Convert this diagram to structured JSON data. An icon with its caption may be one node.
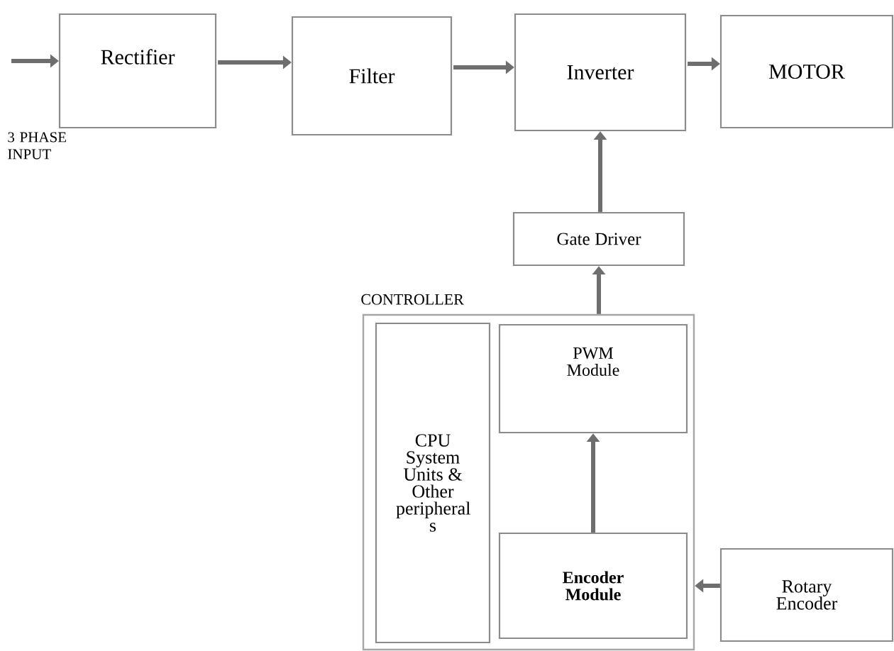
{
  "diagram": {
    "nodes": [
      {
        "text": [
          "Rectifier"
        ]
      },
      {
        "text": [
          "Filter"
        ]
      },
      {
        "text": [
          "Inverter"
        ]
      },
      {
        "text": [
          "MOTOR"
        ]
      },
      {
        "text": [
          "Gate Driver"
        ]
      },
      {
        "text": [
          "CONTROLLER"
        ]
      },
      {
        "text": [
          "CPU System Units & Other peripheral s"
        ],
        "in": 5
      },
      {
        "text": [
          "PWM Module"
        ],
        "in": 5
      },
      {
        "text": [
          "Encoder Module"
        ],
        "in": 5
      },
      {
        "text": [
          "Rotary Encoder"
        ]
      }
    ],
    "edges": [
      {
        "from": null,
        "to": 0,
        "arrow": "to"
      },
      {
        "from": 0,
        "to": 1,
        "arrow": "to"
      },
      {
        "from": 1,
        "to": 2,
        "arrow": "to"
      },
      {
        "from": 2,
        "to": 3,
        "arrow": "to"
      },
      {
        "from": 4,
        "to": 2,
        "arrow": "to"
      },
      {
        "from": 5,
        "to": 4,
        "arrow": "to"
      },
      {
        "from": 8,
        "to": 7,
        "arrow": "to"
      },
      {
        "from": 9,
        "to": 5,
        "arrow": "to"
      }
    ],
    "labels": [
      "3 PHASE INPUT"
    ]
  }
}
